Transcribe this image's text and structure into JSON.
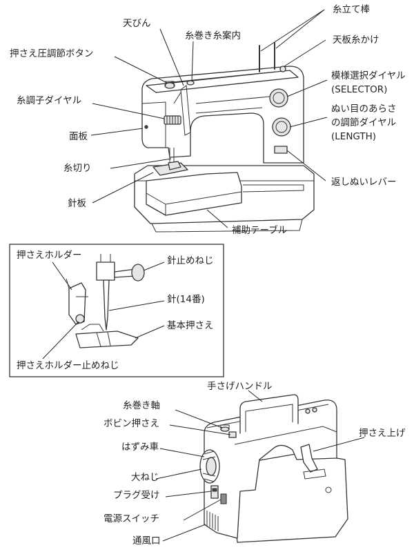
{
  "top_view": {
    "tenbin": "天びん",
    "itomaki_ito_annai": "糸巻き糸案内",
    "ito_tate_bou": "糸立て棒",
    "tenban_ito_kake": "天板糸かけ",
    "osae_atsu_button": "押さえ圧調節ボタン",
    "ito_choushi_dial": "糸調子ダイヤル",
    "menita": "面板",
    "ito_kiri": "糸切り",
    "hariita": "針板",
    "hojo_table": "補助テーブル",
    "moyou_dial": "模様選択ダイヤル",
    "moyou_dial_en": "(SELECTOR)",
    "length_dial_line1": "ぬい目のあらさ",
    "length_dial_line2": "の調節ダイヤル",
    "length_dial_en": "(LENGTH)",
    "kaeshi_nui_lever": "返しぬいレバー"
  },
  "detail_view": {
    "osae_holder": "押さえホルダー",
    "hari_dome_neji": "針止めねじ",
    "hari": "針(14番)",
    "kihon_osae": "基本押さえ",
    "holder_dome_neji": "押さえホルダー止めねじ"
  },
  "back_view": {
    "te_sage_handle": "手さげハンドル",
    "itomaki_jiku": "糸巻き軸",
    "bobbin_osae": "ボビン押さえ",
    "hazumi_guruma": "はずみ車",
    "oo_neji": "大ねじ",
    "plug_uke": "プラグ受け",
    "dengen_switch": "電源スイッチ",
    "tsuufuu_kou": "通風口",
    "osae_age": "押さえ上げ"
  }
}
